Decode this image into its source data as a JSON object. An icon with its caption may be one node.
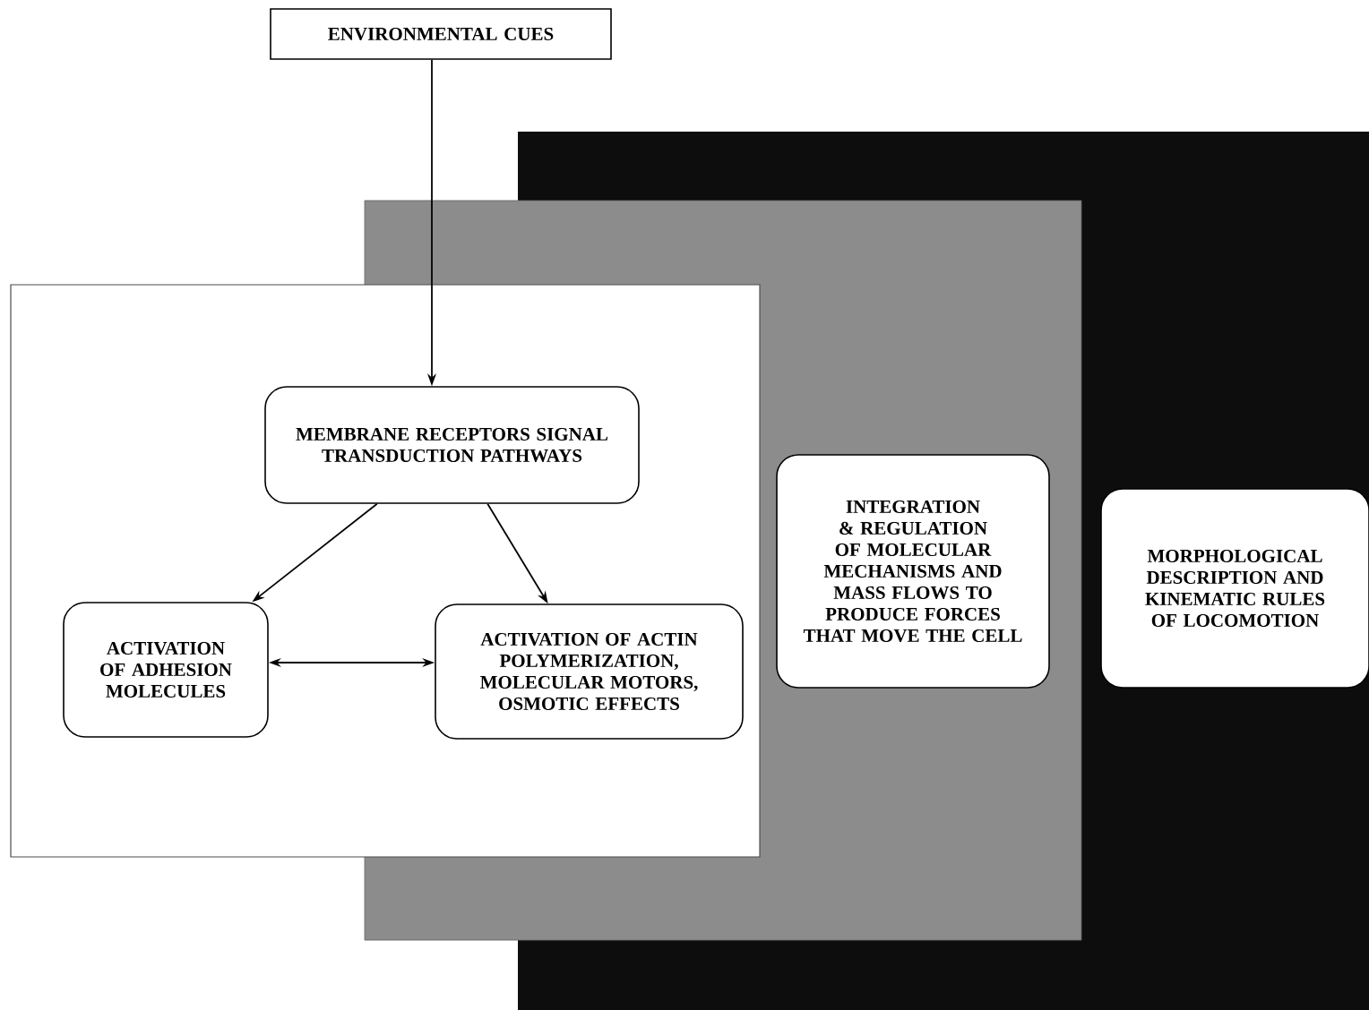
{
  "diagram": {
    "nodes": [
      {
        "text": [
          "ENVIRONMENTAL CUES"
        ]
      },
      {
        "text": [
          "MEMBRANE RECEPTORS SIGNAL TRANSDUCTION PATHWAYS"
        ]
      },
      {
        "text": [
          "ACTIVATION OF ADHESION MOLECULES"
        ]
      },
      {
        "text": [
          "ACTIVATION OF ACTIN POLYMERIZATION, MOLECULAR MOTORS, OSMOTIC EFFECTS"
        ]
      },
      {
        "text": [
          "INTEGRATION & REGULATION OF MOLECULAR MECHANISMS AND MASS FLOWS TO PRODUCE FORCES THAT MOVE THE CELL"
        ]
      },
      {
        "text": [
          "MORPHOLOGICAL DESCRIPTION AND KINEMATIC RULES OF LOCOMOTION"
        ]
      }
    ],
    "edges": [
      {
        "from": 0,
        "to": 1,
        "arrow": "to"
      },
      {
        "from": 1,
        "to": 2,
        "arrow": "to"
      },
      {
        "from": 1,
        "to": 3,
        "arrow": "to"
      },
      {
        "from": 2,
        "to": 3,
        "arrow": "both"
      }
    ]
  }
}
